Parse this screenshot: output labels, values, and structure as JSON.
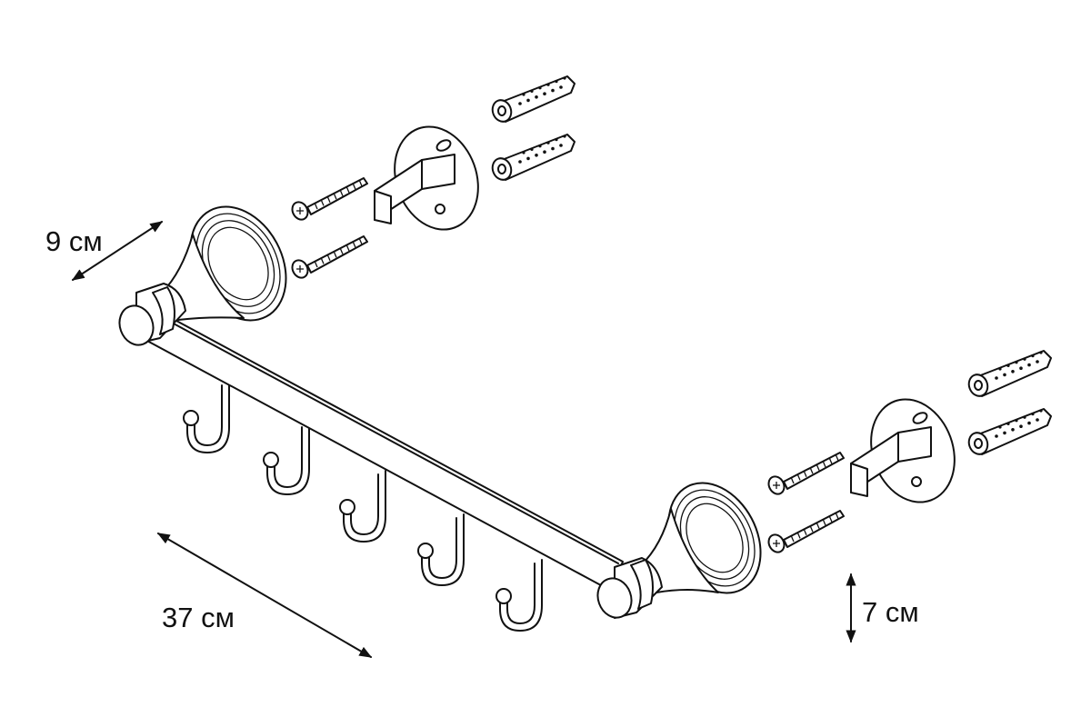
{
  "figure": {
    "stroke_color": "#111111",
    "background_color": "#ffffff",
    "dimensions": {
      "depth": "9 см",
      "length": "37 см",
      "height": "7 см"
    },
    "components": {
      "hook_count": 5,
      "wall_mount_count": 2,
      "screws_per_mount": 2,
      "dowels_per_mount": 2
    }
  }
}
